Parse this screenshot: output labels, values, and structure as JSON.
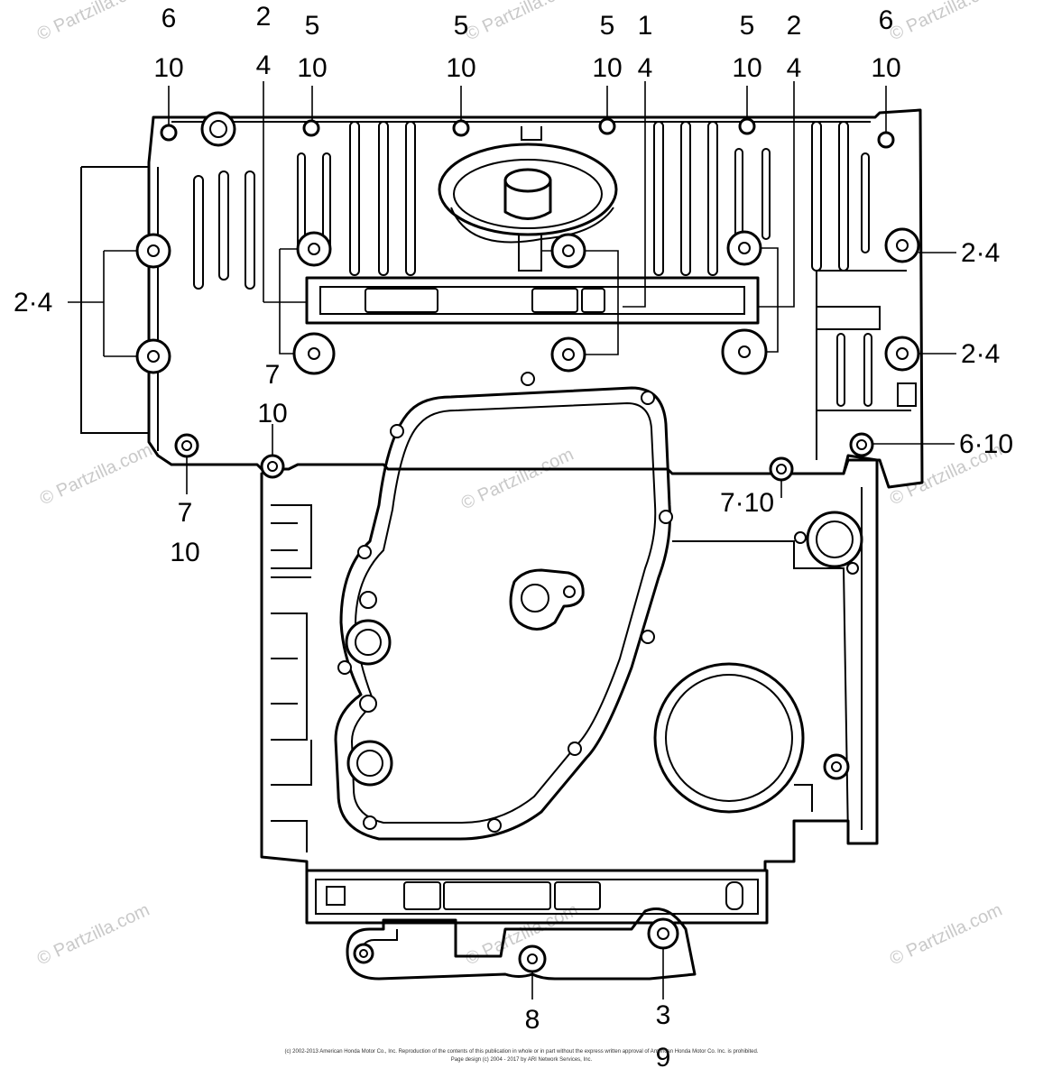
{
  "labels": {
    "top_1": "6",
    "top_1b": "10",
    "top_2": "2",
    "top_2b": "4",
    "top_3": "5",
    "top_3b": "10",
    "top_4": "5",
    "top_4b": "10",
    "top_5": "5",
    "top_5b": "10",
    "top_6": "1",
    "top_6b": "4",
    "top_7": "5",
    "top_7b": "10",
    "top_8": "2",
    "top_8b": "4",
    "top_9": "6",
    "top_9b": "10",
    "left_24": "2·4",
    "right_24_a": "2·4",
    "right_24_b": "2·4",
    "right_610": "6·10",
    "mid_7": "7",
    "mid_7b": "10",
    "left_7": "7",
    "left_7b": "10",
    "mid_710": "7·10",
    "bottom_8": "8",
    "bottom_3": "3",
    "bottom_9": "9"
  },
  "watermark": "© Partzilla.com",
  "footer": {
    "line1": "(c) 2002-2013 American Honda Motor Co., Inc. Reproduction of the contents of this publication in whole or in part without the express written approval of American Honda Motor Co. Inc. is prohibited.",
    "line2": "Page design (c) 2004 - 2017 by ARI Network Services, Inc."
  }
}
